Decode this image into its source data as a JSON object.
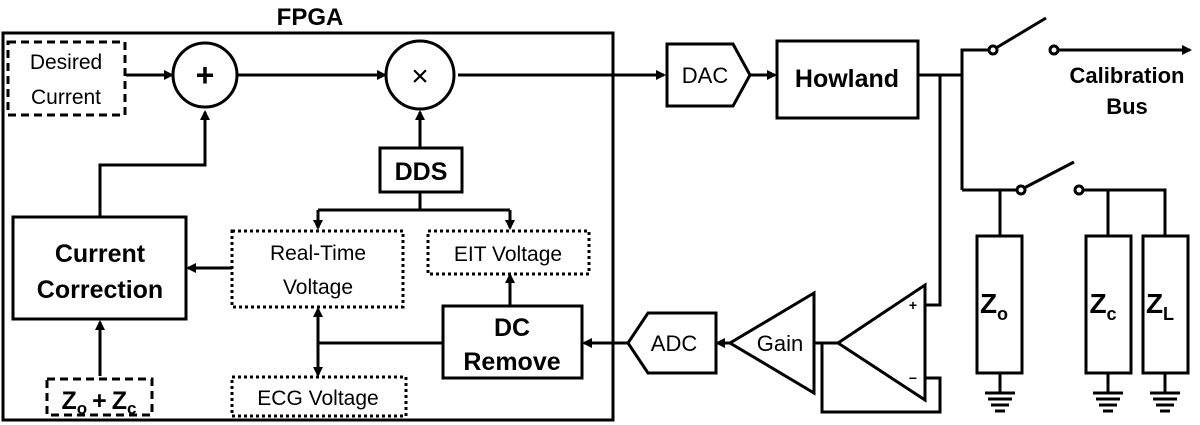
{
  "fpga": {
    "label": "FPGA"
  },
  "desired_current": {
    "line1": "Desired",
    "line2": "Current"
  },
  "summer": {
    "symbol": "+"
  },
  "multiplier": {
    "symbol": "×"
  },
  "dds": {
    "label": "DDS"
  },
  "current_correction": {
    "line1": "Current",
    "line2": "Correction"
  },
  "realtime_voltage": {
    "line1": "Real-Time",
    "line2": "Voltage"
  },
  "eit_voltage": {
    "label": "EIT Voltage"
  },
  "dc_remove": {
    "line1": "DC",
    "line2": "Remove"
  },
  "ecg_voltage": {
    "label": "ECG Voltage"
  },
  "z_sum": {
    "z": "Z",
    "o_sub": "o",
    "plus": "+",
    "c_sub": "c"
  },
  "dac": {
    "label": "DAC"
  },
  "howland": {
    "label": "Howland"
  },
  "calibration_bus": {
    "line1": "Calibration",
    "line2": "Bus"
  },
  "adc": {
    "label": "ADC"
  },
  "gain": {
    "label": "Gain"
  },
  "opamp": {
    "plus": "+",
    "minus": "−"
  },
  "loads": {
    "zo": {
      "z": "Z",
      "sub": "o"
    },
    "zc": {
      "z": "Z",
      "sub": "c"
    },
    "zl": {
      "z": "Z",
      "sub": "L"
    }
  }
}
